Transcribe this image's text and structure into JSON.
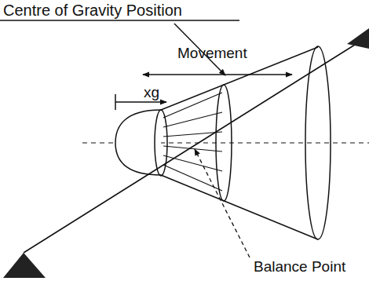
{
  "diagram": {
    "labels": [
      "Centre of Gravity Position",
      "Movement",
      "xg",
      "Balance Point"
    ]
  }
}
